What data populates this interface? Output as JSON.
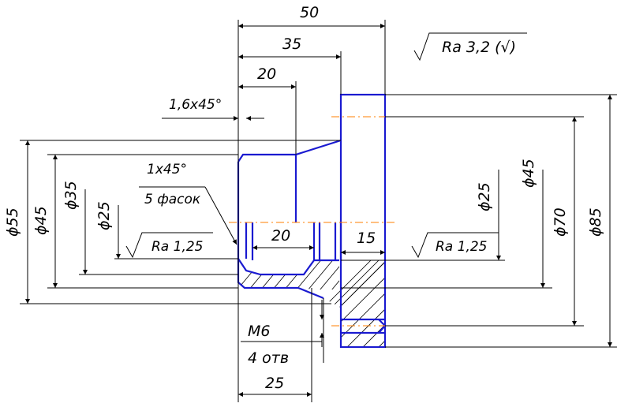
{
  "dimensions": {
    "len_50": "50",
    "len_35": "35",
    "len_20_top": "20",
    "len_20_bore": "20",
    "len_15": "15",
    "len_25": "25",
    "dia_55": "ϕ55",
    "dia_45_left": "ϕ45",
    "dia_35": "ϕ35",
    "dia_25_left": "ϕ25",
    "dia_25_right": "ϕ25",
    "dia_45_right": "ϕ45",
    "dia_70": "ϕ70",
    "dia_85": "ϕ85"
  },
  "chamfers": {
    "outer": "1,6x45°",
    "inner": "1x45°",
    "count": "5 фасок"
  },
  "thread": {
    "size": "M6",
    "holes": "4 отв"
  },
  "roughness": {
    "general": "Ra 3,2 (√)",
    "left_bore": "Ra 1,25",
    "right_bore": "Ra 1,25"
  },
  "colors": {
    "part_outline": "#1a1ad0",
    "axis_line": "#ff7f00",
    "dimension": "#000000"
  }
}
